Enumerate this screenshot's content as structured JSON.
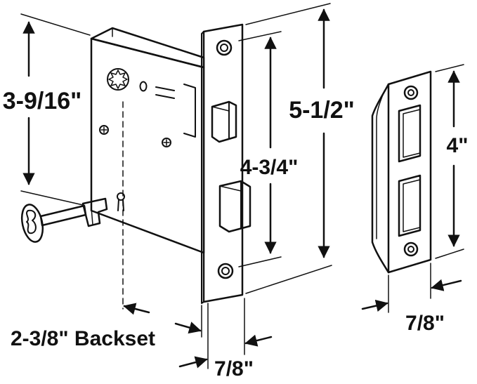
{
  "colors": {
    "ink": "#111111",
    "background": "#ffffff",
    "part_fill": "#ffffff"
  },
  "dimensions": {
    "case_height": "3-9/16\"",
    "faceplate_height": "5-1/2\"",
    "screw_spacing": "4-3/4\"",
    "backset": "2-3/8\" Backset",
    "faceplate_width": "7/8\"",
    "strike_height": "4\"",
    "strike_width": "7/8\""
  },
  "parts": {
    "lock_body": "mortise-lock-body",
    "faceplate": "faceplate",
    "strike_plate": "strike-plate",
    "key": "skeleton-key"
  }
}
